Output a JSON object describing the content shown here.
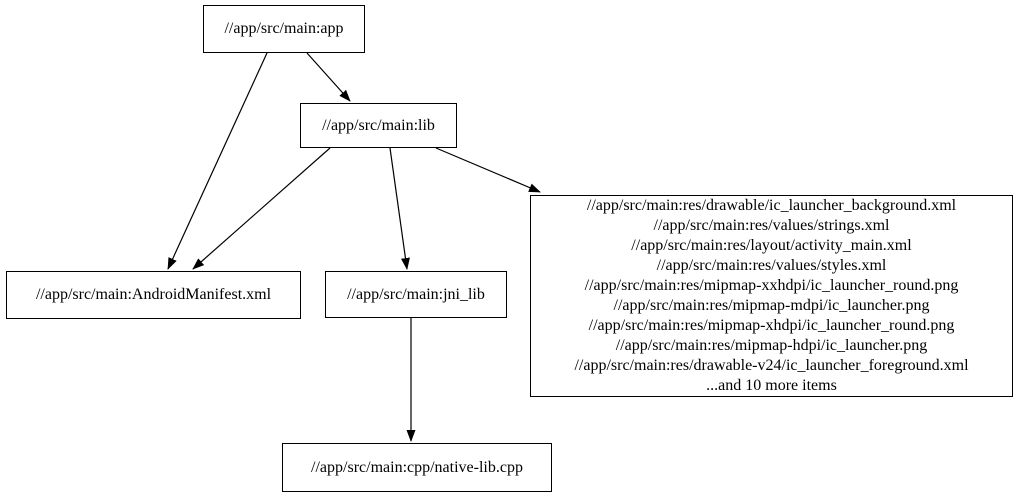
{
  "graph": {
    "background_color": "#ffffff",
    "node_fill_color": "#ffffff",
    "node_border_color": "#000000",
    "edge_color": "#000000",
    "text_color": "#000000",
    "nodes": {
      "app": {
        "label": "//app/src/main:app"
      },
      "lib": {
        "label": "//app/src/main:lib"
      },
      "android_manifest": {
        "label": "//app/src/main:AndroidManifest.xml"
      },
      "jni_lib": {
        "label": "//app/src/main:jni_lib"
      },
      "res_group": {
        "lines": [
          "//app/src/main:res/drawable/ic_launcher_background.xml",
          "//app/src/main:res/values/strings.xml",
          "//app/src/main:res/layout/activity_main.xml",
          "//app/src/main:res/values/styles.xml",
          "//app/src/main:res/mipmap-xxhdpi/ic_launcher_round.png",
          "//app/src/main:res/mipmap-mdpi/ic_launcher.png",
          "//app/src/main:res/mipmap-xhdpi/ic_launcher_round.png",
          "//app/src/main:res/mipmap-hdpi/ic_launcher.png",
          "//app/src/main:res/drawable-v24/ic_launcher_foreground.xml",
          "...and 10 more items"
        ]
      },
      "native_lib_cpp": {
        "label": "//app/src/main:cpp/native-lib.cpp"
      }
    },
    "edges": [
      {
        "from": "app",
        "to": "android_manifest"
      },
      {
        "from": "app",
        "to": "lib"
      },
      {
        "from": "lib",
        "to": "android_manifest"
      },
      {
        "from": "lib",
        "to": "jni_lib"
      },
      {
        "from": "lib",
        "to": "res_group"
      },
      {
        "from": "jni_lib",
        "to": "native_lib_cpp"
      }
    ]
  }
}
